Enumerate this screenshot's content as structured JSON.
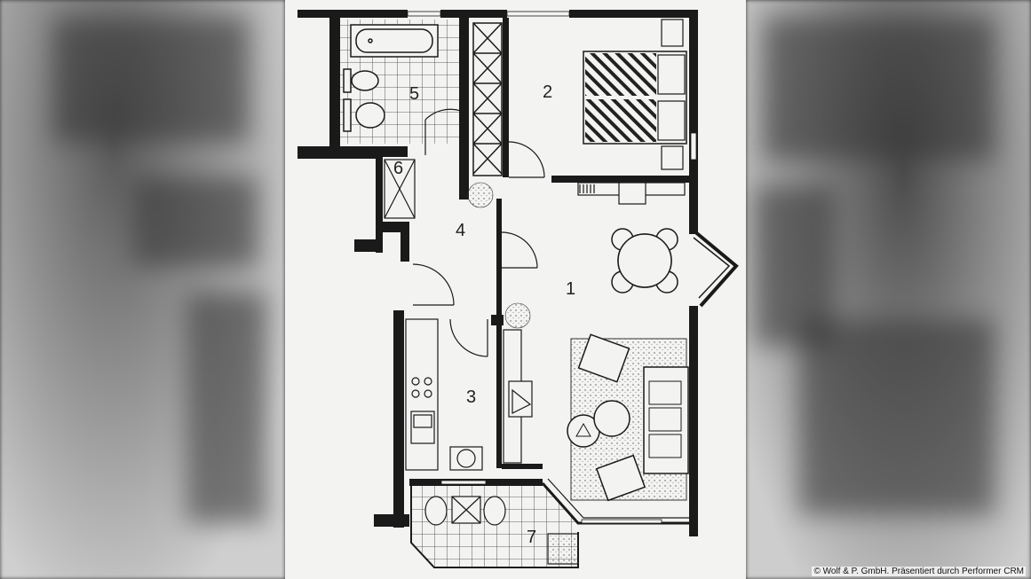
{
  "rooms": {
    "living": "1",
    "bedroom": "2",
    "kitchen": "3",
    "hall": "4",
    "bathroom": "5",
    "storage": "6",
    "balcony": "7"
  },
  "copyright": "© Wolf & P. GmbH. Präsentiert durch Performer CRM",
  "colors": {
    "wall": "#1a1a1a",
    "paper": "#f3f3f1",
    "ink": "#222222"
  }
}
